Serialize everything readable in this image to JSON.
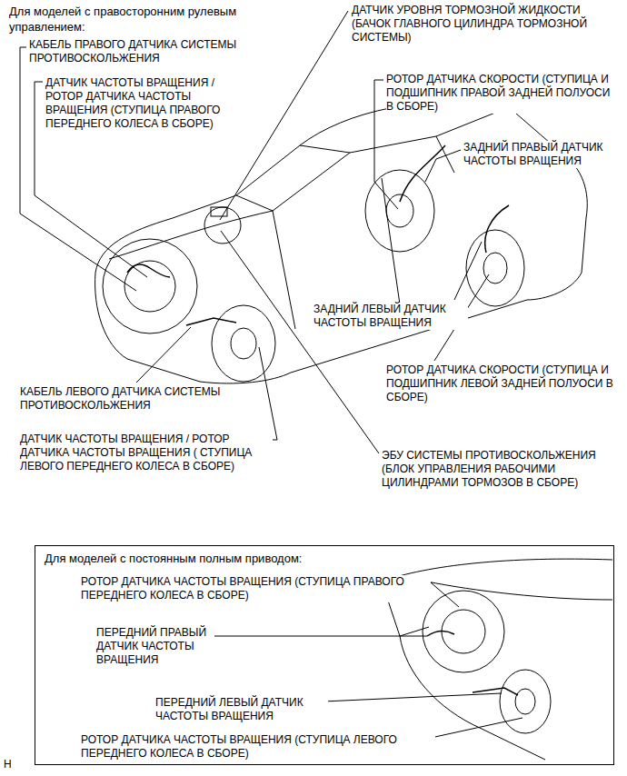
{
  "diagram": {
    "nodes": [
      {
        "text": [
          "Для моделей с постоянным полным приводом:",
          "РОТОР ДАТЧИКА ЧАСТОТЫ ВРАЩЕНИЯ (СТУПИЦА ПРАВОГО ПЕРЕДНЕГО КОЛЕСА В СБОРЕ)",
          "ПЕРЕДНИЙ ПРАВЫЙ ДАТЧИК ЧАСТОТЫ ВРАЩЕНИЯ",
          "ПЕРЕДНИЙ ЛЕВЫЙ ДАТЧИК ЧАСТОТЫ ВРАЩЕНИЯ",
          "РОТОР ДАТЧИКА ЧАСТОТЫ ВРАЩЕНИЯ (СТУПИЦА ЛЕВОГО ПЕРЕДНЕГО КОЛЕСА В СБОРЕ)"
        ]
      }
    ],
    "labels": [
      "Для моделей с правосторонним рулевым управлением:",
      "КАБЕЛЬ ПРАВОГО ДАТЧИКА СИСТЕМЫ ПРОТИВОСКОЛЬЖЕНИЯ",
      "ДАТЧИК ЧАСТОТЫ ВРАЩЕНИЯ / РОТОР ДАТЧИКА ЧАСТОТЫ ВРАЩЕНИЯ (СТУПИЦА ПРАВОГО ПЕРЕДНЕГО КОЛЕСА В СБОРЕ)",
      "ДАТЧИК УРОВНЯ ТОРМОЗНОЙ ЖИДКОСТИ (БАЧОК ГЛАВНОГО ЦИЛИНДРА ТОРМОЗНОЙ СИСТЕМЫ)",
      "РОТОР ДАТЧИКА СКОРОСТИ (СТУПИЦА И ПОДШИПНИК ПРАВОЙ ЗАДНЕЙ ПОЛУОСИ В СБОРЕ)",
      "ЗАДНИЙ ПРАВЫЙ ДАТЧИК ЧАСТОТЫ ВРАЩЕНИЯ",
      "ЗАДНИЙ ЛЕВЫЙ ДАТЧИК ЧАСТОТЫ ВРАЩЕНИЯ",
      "РОТОР ДАТЧИКА СКОРОСТИ (СТУПИЦА И ПОДШИПНИК ЛЕВОЙ ЗАДНЕЙ ПОЛУОСИ В СБОРЕ)",
      "КАБЕЛЬ ЛЕВОГО ДАТЧИКА СИСТЕМЫ ПРОТИВОСКОЛЬЖЕНИЯ",
      "ДАТЧИК ЧАСТОТЫ ВРАЩЕНИЯ / РОТОР ДАТЧИКА ЧАСТОТЫ ВРАЩЕНИЯ ( СТУПИЦА ЛЕВОГО ПЕРЕДНЕГО КОЛЕСА В СБОРЕ)",
      "ЭБУ СИСТЕМЫ ПРОТИВОСКОЛЬЖЕНИЯ (БЛОК УПРАВЛЕНИЯ РАБОЧИМИ ЦИЛИНДРАМИ ТОРМОЗОВ В СБОРЕ)",
      "H"
    ]
  }
}
